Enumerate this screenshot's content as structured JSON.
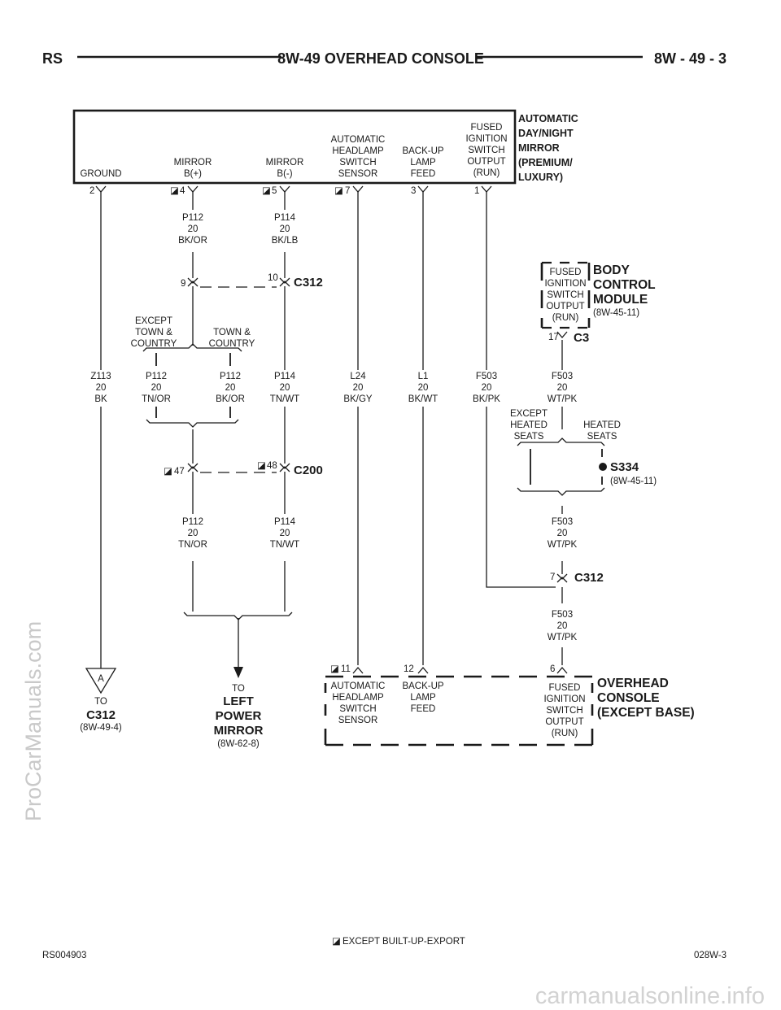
{
  "header": {
    "left": "RS",
    "center": "8W-49 OVERHEAD CONSOLE",
    "right": "8W - 49 - 3"
  },
  "mirror_module": {
    "title": [
      "AUTOMATIC",
      "DAY/NIGHT",
      "MIRROR",
      "(PREMIUM/",
      "LUXURY)"
    ],
    "pins": [
      {
        "label": [
          "GROUND"
        ],
        "pin": "2",
        "marker": false
      },
      {
        "label": [
          "MIRROR",
          "B(+)"
        ],
        "pin": "4",
        "marker": true
      },
      {
        "label": [
          "MIRROR",
          "B(-)"
        ],
        "pin": "5",
        "marker": true
      },
      {
        "label": [
          "AUTOMATIC",
          "HEADLAMP",
          "SWITCH",
          "SENSOR"
        ],
        "pin": "7",
        "marker": true
      },
      {
        "label": [
          "BACK-UP",
          "LAMP",
          "FEED"
        ],
        "pin": "3",
        "marker": false
      },
      {
        "label": [
          "FUSED",
          "IGNITION",
          "SWITCH",
          "OUTPUT",
          "(RUN)"
        ],
        "pin": "1",
        "marker": false
      }
    ]
  },
  "bcm": {
    "title": [
      "BODY",
      "CONTROL",
      "MODULE"
    ],
    "ref": "(8W-45-11)",
    "inner": [
      "FUSED",
      "IGNITION",
      "SWITCH",
      "OUTPUT",
      "(RUN)"
    ],
    "pin": "17",
    "connector": "C3"
  },
  "wires": {
    "p112_upper": [
      "P112",
      "20",
      "BK/OR"
    ],
    "p114_upper": [
      "P114",
      "20",
      "BK/LB"
    ],
    "z113": [
      "Z113",
      "20",
      "BK"
    ],
    "p112_tnor": [
      "P112",
      "20",
      "TN/OR"
    ],
    "p112_bkor": [
      "P112",
      "20",
      "BK/OR"
    ],
    "p114_tnwt": [
      "P114",
      "20",
      "TN/WT"
    ],
    "l24": [
      "L24",
      "20",
      "BK/GY"
    ],
    "l1": [
      "L1",
      "20",
      "BK/WT"
    ],
    "f503_bkpk": [
      "F503",
      "20",
      "BK/PK"
    ],
    "f503_wtpk_1": [
      "F503",
      "20",
      "WT/PK"
    ],
    "f503_wtpk_2": [
      "F503",
      "20",
      "WT/PK"
    ],
    "f503_wtpk_3": [
      "F503",
      "20",
      "WT/PK"
    ],
    "p112_lower": [
      "P112",
      "20",
      "TN/OR"
    ],
    "p114_lower": [
      "P114",
      "20",
      "TN/WT"
    ]
  },
  "options": {
    "except_tc": [
      "EXCEPT",
      "TOWN &",
      "COUNTRY"
    ],
    "tc": [
      "TOWN &",
      "COUNTRY"
    ],
    "except_heated": [
      "EXCEPT",
      "HEATED",
      "SEATS"
    ],
    "heated": [
      "HEATED",
      "SEATS"
    ]
  },
  "connectors": {
    "c312_top": {
      "name": "C312",
      "pins": [
        "9",
        "10"
      ]
    },
    "c200": {
      "name": "C200",
      "pins": [
        "47",
        "48"
      ]
    },
    "c312_right": {
      "name": "C312",
      "pin": "7"
    }
  },
  "splice": {
    "name": "S334",
    "ref": "(8W-45-11)"
  },
  "left_ref": {
    "letter": "A",
    "to": "TO",
    "name": "C312",
    "ref": "(8W-49-4)"
  },
  "mirror_ref": {
    "to": "TO",
    "name": [
      "LEFT",
      "POWER",
      "MIRROR"
    ],
    "ref": "(8W-62-8)"
  },
  "console": {
    "title": [
      "OVERHEAD",
      "CONSOLE",
      "(EXCEPT BASE)"
    ],
    "pins": [
      {
        "pin": "11",
        "marker": true,
        "label": [
          "AUTOMATIC",
          "HEADLAMP",
          "SWITCH",
          "SENSOR"
        ]
      },
      {
        "pin": "12",
        "marker": false,
        "label": [
          "BACK-UP",
          "LAMP",
          "FEED"
        ]
      },
      {
        "pin": "6",
        "marker": false,
        "label": [
          "FUSED",
          "IGNITION",
          "SWITCH",
          "OUTPUT",
          "(RUN)"
        ]
      }
    ]
  },
  "footer": {
    "note": "EXCEPT BUILT-UP-EXPORT",
    "left": "RS004903",
    "right": "028W-3"
  },
  "watermarks": {
    "side": "ProCarManuals.com",
    "bottom": "carmanualsonline.info"
  }
}
